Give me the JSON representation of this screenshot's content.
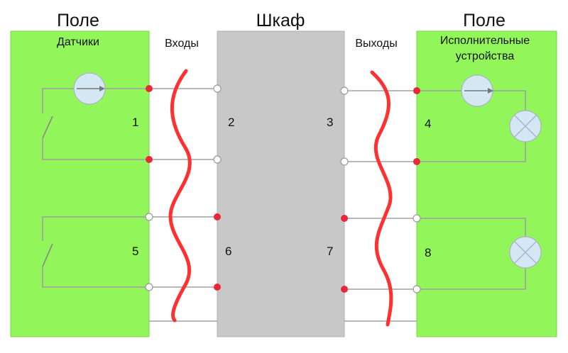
{
  "headings": {
    "field_left": "Поле",
    "cabinet": "Шкаф",
    "field_right": "Поле"
  },
  "labels": {
    "sensors": "Датчики",
    "inputs": "Входы",
    "outputs": "Выходы",
    "actuators_line1": "Исполнительные",
    "actuators_line2": "устройства"
  },
  "terminal_numbers": [
    "1",
    "2",
    "3",
    "4",
    "5",
    "6",
    "7",
    "8"
  ],
  "colors": {
    "field_fill": "#92f55a",
    "cabinet_fill": "#c8c8c8",
    "wire": "#a0a0a0",
    "break_line": "#ff3030",
    "terminal_red": "#e8283a",
    "device_fill": "#d4e7f5"
  },
  "icons": [
    "pump-icon",
    "lamp-icon",
    "switch-contact-icon",
    "cable-break-icon"
  ]
}
